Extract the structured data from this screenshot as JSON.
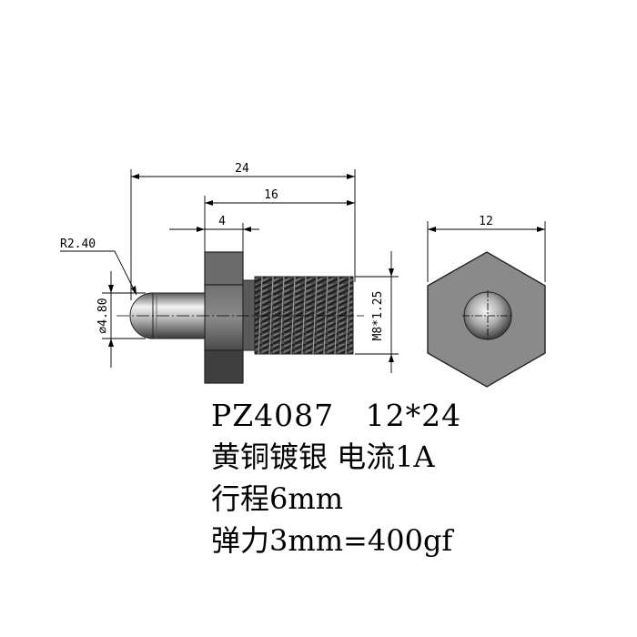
{
  "dimensions": {
    "overall_length": "24",
    "thread_length": "16",
    "hex_width": "4",
    "hex_across_flats": "12",
    "tip_radius": "R2.40",
    "plunger_diameter": "∅4.80",
    "thread_spec": "M8*1.25"
  },
  "specs": {
    "model": "PZ4087   12*24",
    "material_current": "黄铜镀银 电流1A",
    "stroke": "行程6mm",
    "spring_force": "弹力3mm=400gf"
  }
}
